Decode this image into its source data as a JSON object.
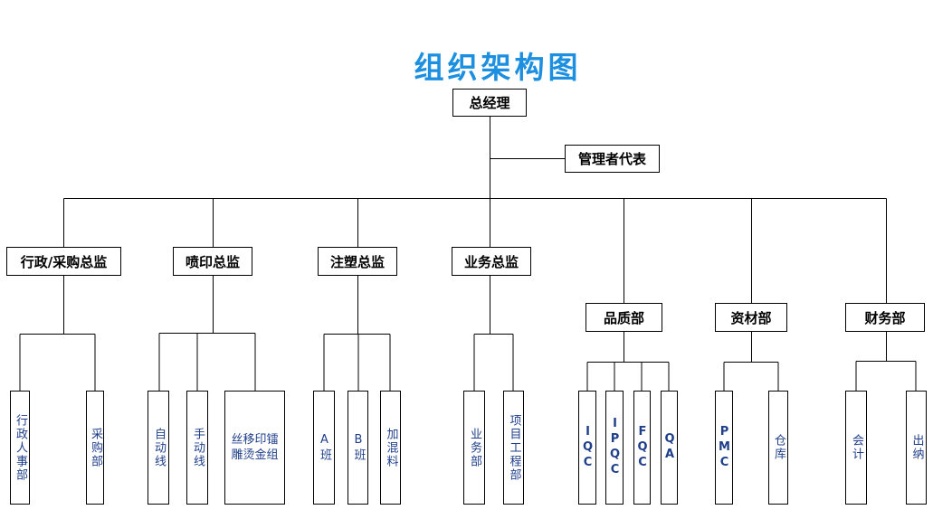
{
  "title": "组织架构图",
  "colors": {
    "title": "#1c8fe0",
    "leaf_text": "#1f3f8a",
    "line": "#000000"
  },
  "root": "总经理",
  "rep": "管理者代表",
  "branches": [
    {
      "id": "admin",
      "label": "行政/采购总监",
      "children": [
        "行政人事部",
        "采购部"
      ]
    },
    {
      "id": "print",
      "label": "喷印总监",
      "children": [
        "自动线",
        "手动线",
        "丝移印镭雕烫金组"
      ]
    },
    {
      "id": "mold",
      "label": "注塑总监",
      "children": [
        "A班",
        "B班",
        "加混料"
      ]
    },
    {
      "id": "sales",
      "label": "业务总监",
      "children": [
        "业务部",
        "项目工程部"
      ]
    },
    {
      "id": "quality",
      "label": "品质部",
      "children": [
        "IQC",
        "IPQC",
        "FQC",
        "QA"
      ]
    },
    {
      "id": "material",
      "label": "资材部",
      "children": [
        "PMC",
        "仓库"
      ]
    },
    {
      "id": "finance",
      "label": "财务部",
      "children": [
        "会计",
        "出纳"
      ]
    }
  ]
}
